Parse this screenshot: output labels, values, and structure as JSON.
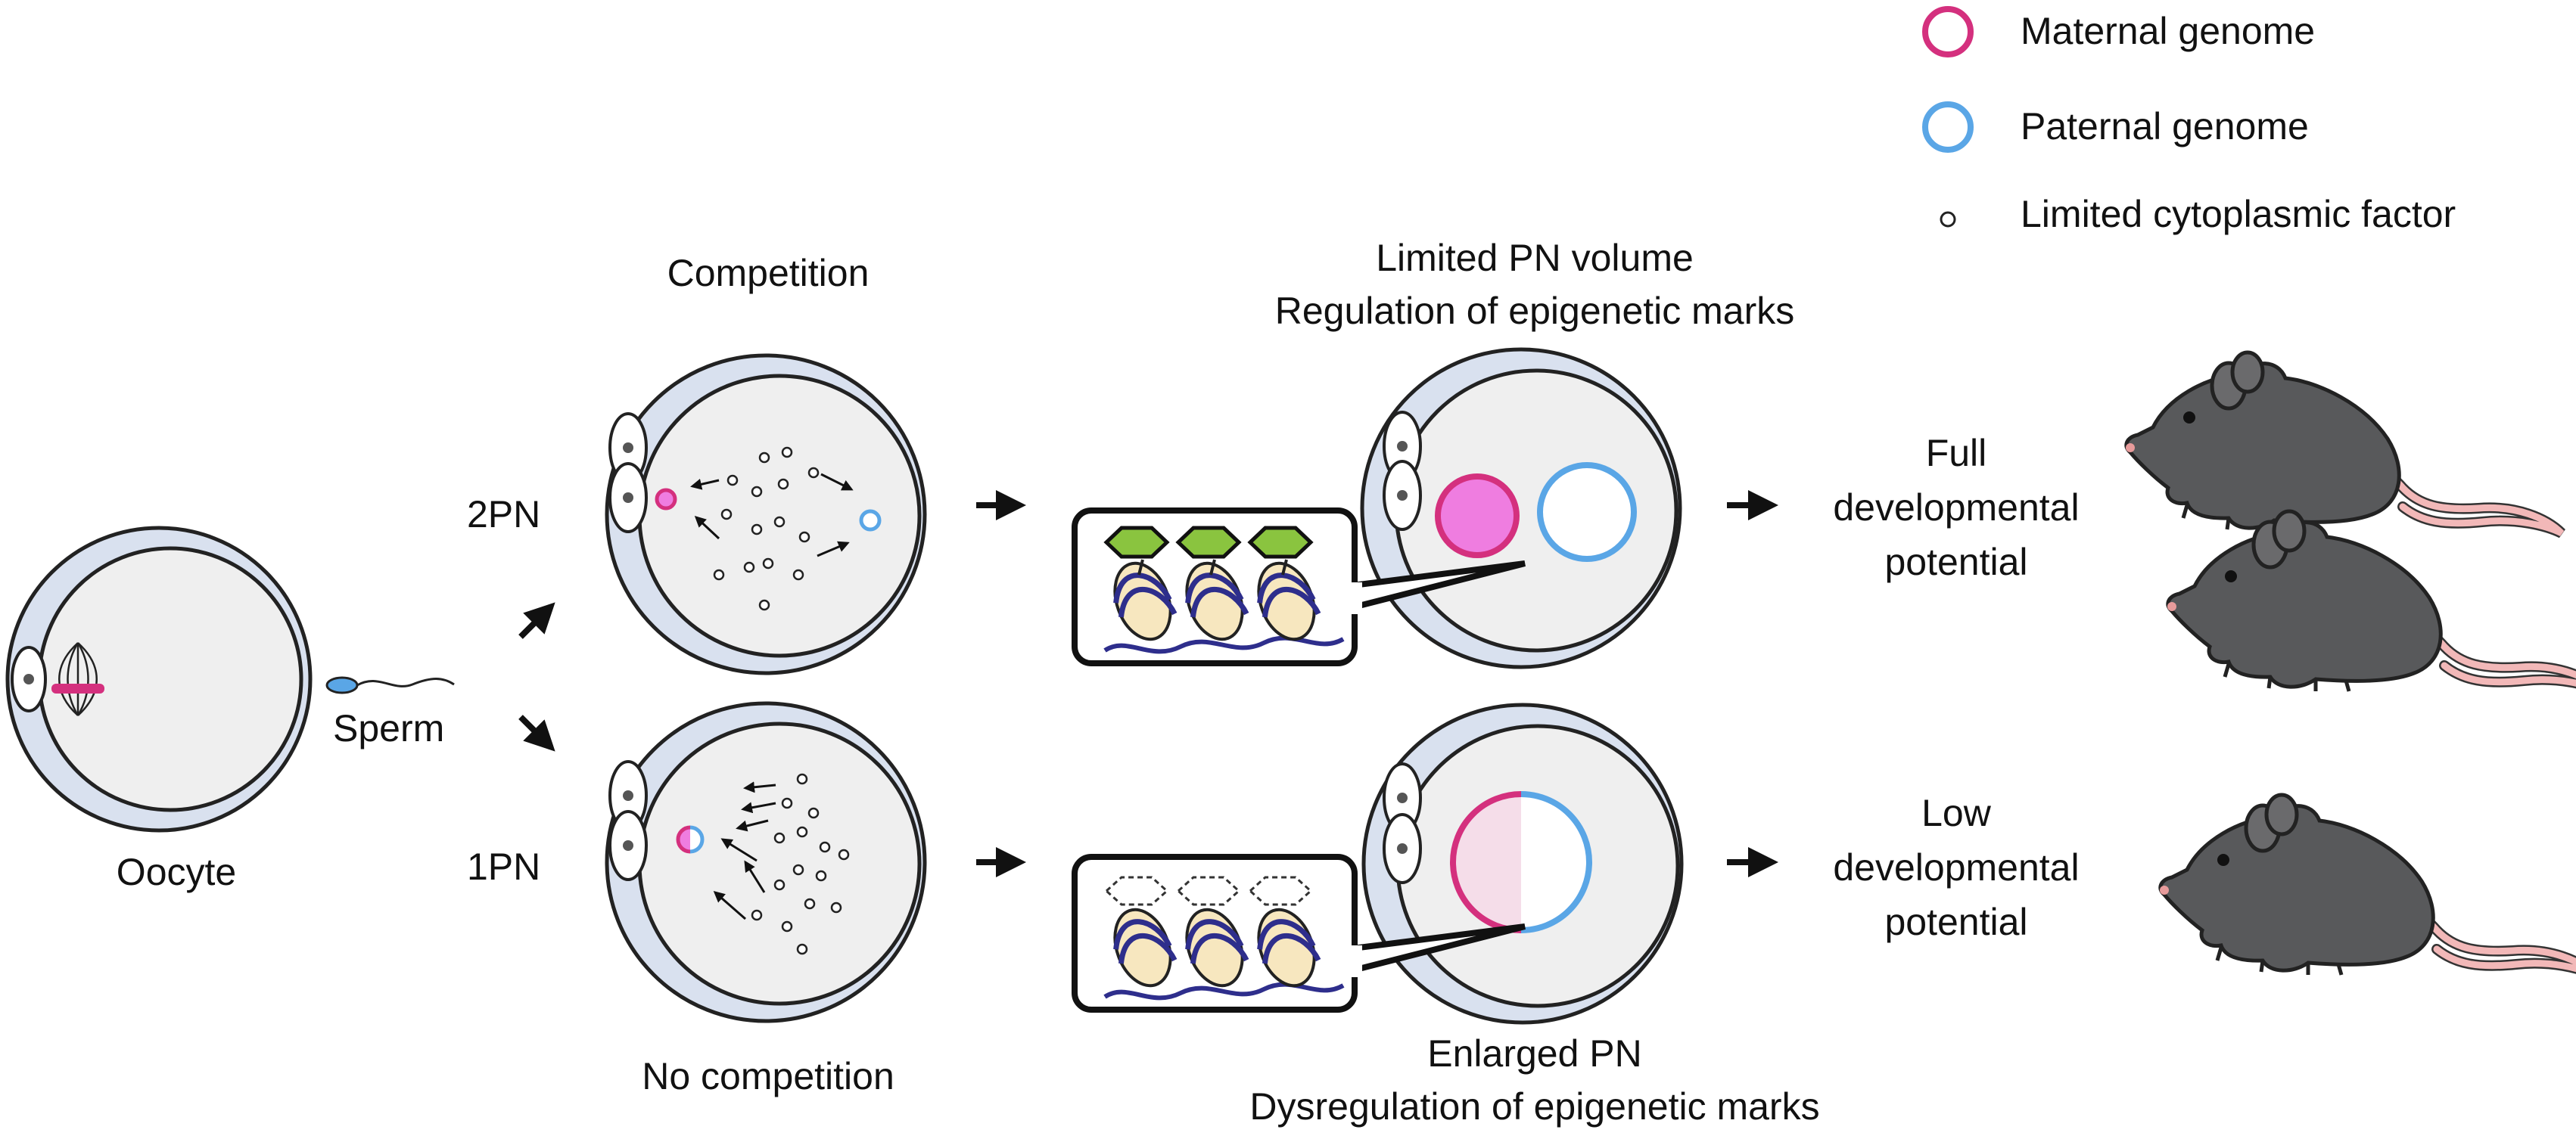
{
  "legend": {
    "maternal": "Maternal genome",
    "paternal": "Paternal genome",
    "factor": "Limited cytoplasmic factor"
  },
  "labels": {
    "oocyte": "Oocyte",
    "sperm": "Sperm",
    "two_pn": "2PN",
    "one_pn": "1PN",
    "competition": "Competition",
    "no_competition": "No competition",
    "top_caption_line1": "Limited PN volume",
    "top_caption_line2": "Regulation of epigenetic marks",
    "bottom_caption_line1": "Enlarged PN",
    "bottom_caption_line2": "Dysregulation of epigenetic marks",
    "full_line1": "Full",
    "full_line2": "developmental",
    "full_line3": "potential",
    "low_line1": "Low",
    "low_line2": "developmental",
    "low_line3": "potential"
  },
  "colors": {
    "maternal": "#d4307e",
    "maternal_fill": "#ef7de0",
    "paternal": "#5aa6e6",
    "zona": "#d9e1ef",
    "cytoplasm": "#efefef",
    "histone_mark": "#8ac43f",
    "nucleosome": "#f7e7bf",
    "dna": "#2e2e8c",
    "mouse": "#58595b",
    "mouse_tail": "#f2b8b8"
  },
  "icons": {
    "arrow": "arrow-icon",
    "mouse": "mouse-icon",
    "histone_mark": "hexagon-icon"
  }
}
